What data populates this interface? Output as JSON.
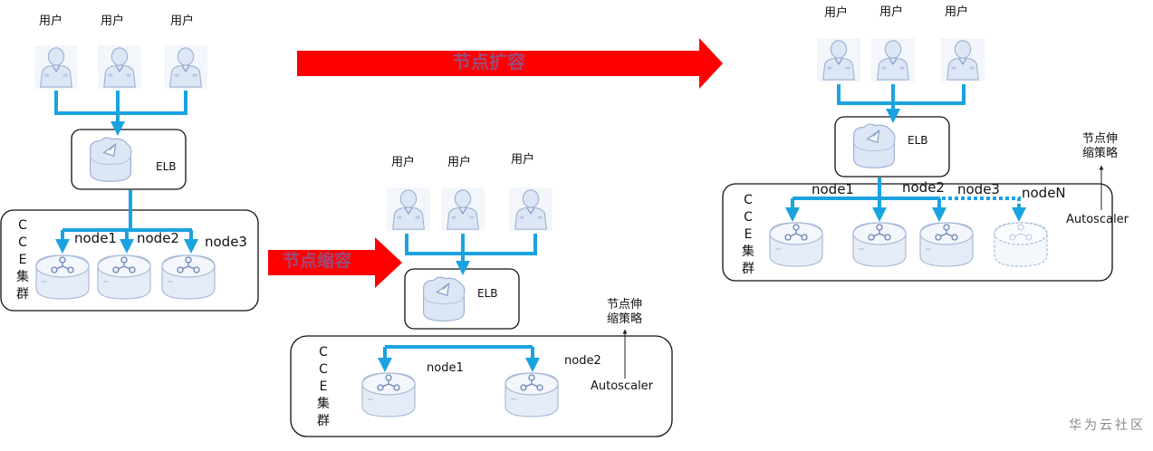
{
  "labels": {
    "user": "用户",
    "elb": "ELB",
    "autoscaler": "Autoscaler",
    "policy_line1": "节点伸",
    "policy_line2": "缩策略",
    "cce_c1": "C",
    "cce_c2": "C",
    "cce_e": "E",
    "cce_ji": "集",
    "cce_qun": "群",
    "node1": "node1",
    "node2": "node2",
    "node3": "node3",
    "nodeN": "nodeN"
  },
  "arrows": {
    "scale_out": "节点扩容",
    "scale_in": "节点缩容"
  },
  "watermark": "华为云社区",
  "icons": {
    "user": "user-icon",
    "elb": "load-balancer-icon",
    "node": "node-server-icon",
    "node_pending": "pending-node-icon"
  },
  "colors": {
    "connector": "#1aa3e0",
    "arrow_red": "#ff0000",
    "icon_fill": "#dde6f5",
    "icon_stroke": "#9fb3d4"
  }
}
